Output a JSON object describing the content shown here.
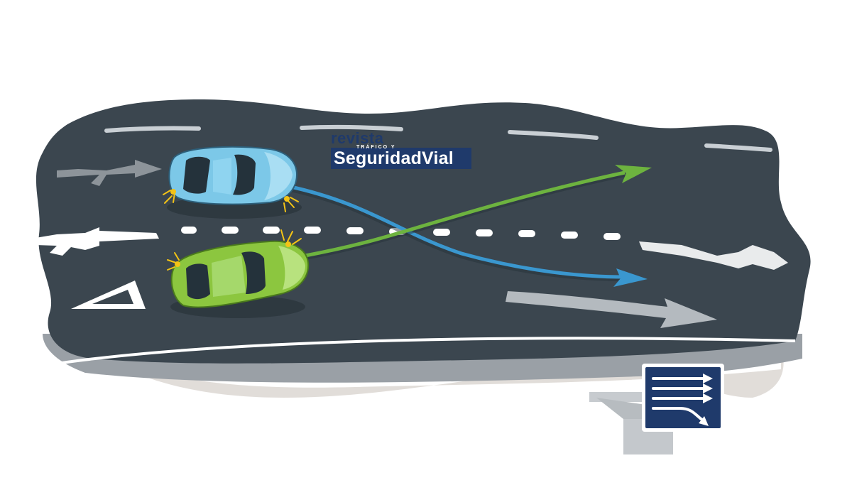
{
  "logo": {
    "line1": "revista",
    "line2": "TRÁFICO Y",
    "line3": "SeguridadVial"
  },
  "colors": {
    "asphalt": "#3b464f",
    "road_edge": "#8d949a",
    "lane_marking": "#ffffff",
    "car_blue": "#7cc8e8",
    "car_green": "#8cc63f",
    "path_blue": "#3a97cf",
    "path_green": "#6db33f",
    "sign_blue": "#1f3a6b",
    "logo_blue": "#1f3a6b"
  },
  "icons": [
    "car-icon",
    "lane-change-arrow-icon",
    "lane-direction-sign-icon"
  ]
}
